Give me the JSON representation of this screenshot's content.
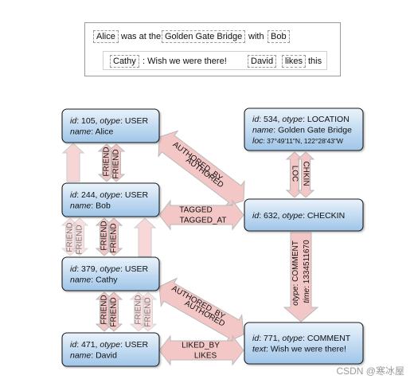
{
  "sentence": {
    "line1": [
      "Alice",
      "was at the",
      "Golden Gate Bridge",
      "with",
      "Bob"
    ],
    "line2": [
      "Cathy",
      ": Wish we were there!",
      "David",
      "likes",
      "this"
    ]
  },
  "nodes": [
    {
      "id": "n105",
      "lines": [
        [
          [
            "id",
            "i"
          ],
          [
            ": 105, ",
            ""
          ],
          [
            "otype",
            "i"
          ],
          [
            ": USER",
            ""
          ]
        ],
        [
          [
            "name",
            "i"
          ],
          [
            ": Alice",
            ""
          ]
        ]
      ]
    },
    {
      "id": "n244",
      "lines": [
        [
          [
            "id",
            "i"
          ],
          [
            ": 244, ",
            ""
          ],
          [
            "otype",
            "i"
          ],
          [
            ": USER",
            ""
          ]
        ],
        [
          [
            "name",
            "i"
          ],
          [
            ": Bob",
            ""
          ]
        ]
      ]
    },
    {
      "id": "n379",
      "lines": [
        [
          [
            "id",
            "i"
          ],
          [
            ": 379, ",
            ""
          ],
          [
            "otype",
            "i"
          ],
          [
            ": USER",
            ""
          ]
        ],
        [
          [
            "name",
            "i"
          ],
          [
            ": Cathy",
            ""
          ]
        ]
      ]
    },
    {
      "id": "n471",
      "lines": [
        [
          [
            "id",
            "i"
          ],
          [
            ": 471, ",
            ""
          ],
          [
            "otype",
            "i"
          ],
          [
            ": USER",
            ""
          ]
        ],
        [
          [
            "name",
            "i"
          ],
          [
            ": David",
            ""
          ]
        ]
      ]
    },
    {
      "id": "n534",
      "lines": [
        [
          [
            "id",
            "i"
          ],
          [
            ": 534, ",
            ""
          ],
          [
            "otype",
            "i"
          ],
          [
            ": LOCATION",
            ""
          ]
        ],
        [
          [
            "name",
            "i"
          ],
          [
            ": Golden Gate Bridge",
            ""
          ]
        ],
        [
          [
            "loc",
            "i"
          ],
          [
            ": 37°49'11\"N, 122°28'43\"W",
            "s"
          ]
        ]
      ]
    },
    {
      "id": "n632",
      "lines": [
        [
          [
            "id",
            "i"
          ],
          [
            ": 632, ",
            ""
          ],
          [
            "otype",
            "i"
          ],
          [
            ": CHECKIN",
            ""
          ]
        ]
      ]
    },
    {
      "id": "n771",
      "lines": [
        [
          [
            "id",
            "i"
          ],
          [
            ": 771, ",
            ""
          ],
          [
            "otype",
            "i"
          ],
          [
            ": COMMENT",
            ""
          ]
        ],
        [
          [
            "text",
            "i"
          ],
          [
            ": Wish we were there!",
            ""
          ]
        ]
      ]
    }
  ],
  "edges": [
    {
      "id": "friend-alice-bob",
      "labels": [
        "FRIEND",
        "FRIEND"
      ]
    },
    {
      "id": "friend-bob-cathy",
      "labels": [
        "FRIEND",
        "FRIEND"
      ]
    },
    {
      "id": "friend-bob-cathy-faded",
      "labels": [
        "FRIEND",
        "FRIEND"
      ]
    },
    {
      "id": "friend-cathy-david",
      "labels": [
        "FRIEND",
        "FRIEND"
      ]
    },
    {
      "id": "friend-cathy-david-faded",
      "labels": [
        "FRIEND",
        "FRIEND"
      ]
    },
    {
      "id": "authored-alice-checkin",
      "labels": [
        "AUTHORED_BY",
        "AUTHORED"
      ]
    },
    {
      "id": "tagged-bob-checkin",
      "labels": [
        "TAGGED",
        "TAGGED_AT"
      ]
    },
    {
      "id": "authored-cathy-comment",
      "labels": [
        "AUTHORED_BY",
        "AUTHORED"
      ]
    },
    {
      "id": "likes-david-comment",
      "labels": [
        "LIKED_BY",
        "LIKES"
      ]
    },
    {
      "id": "loc-location-checkin",
      "labels": [
        "LOC",
        "CHKIN"
      ]
    },
    {
      "id": "comment-checkin-comment",
      "labels": [
        [
          "otype",
          ": COMMENT"
        ],
        [
          "time",
          ": 1334511670"
        ]
      ]
    }
  ],
  "watermark": "CSDN @寒冰屋",
  "colors": {
    "node_top": "#eaf3fb",
    "node_bottom": "#9fc5e8",
    "node_border": "#1a1a1a",
    "arrow_fill": "#f4c7c7",
    "arrow_stroke": "#b9b9b9"
  }
}
